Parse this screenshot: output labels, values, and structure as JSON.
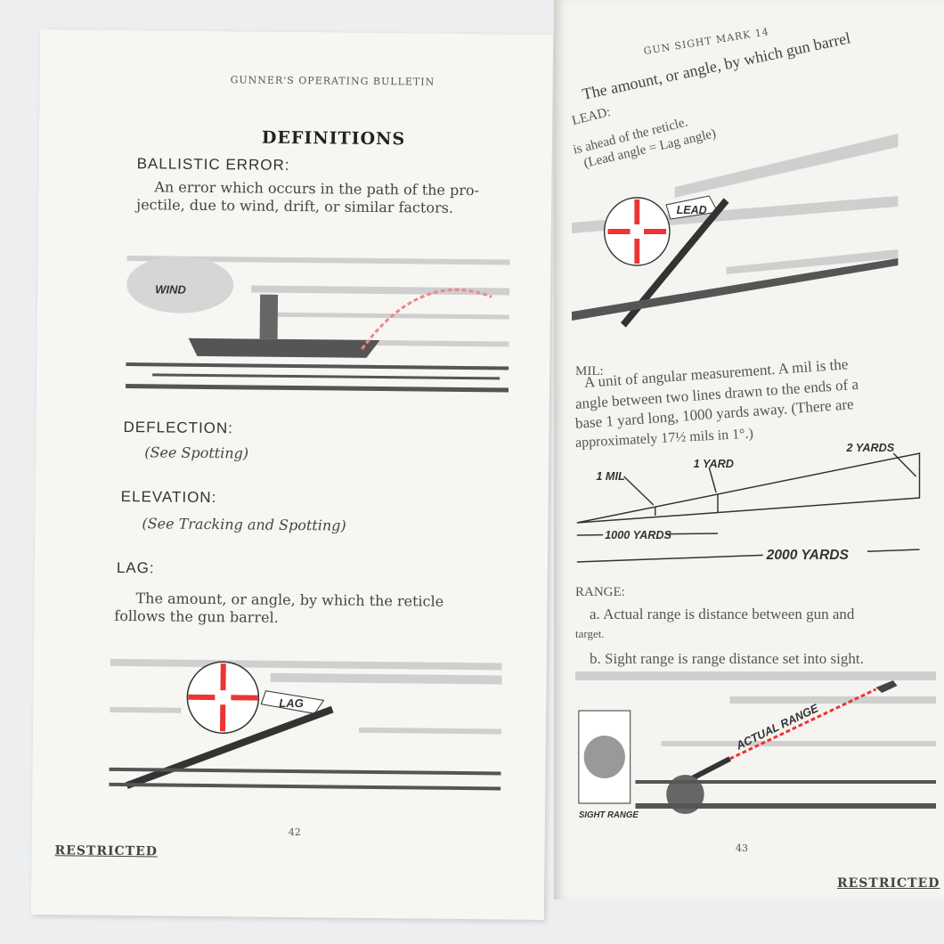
{
  "left_page": {
    "header": "GUNNER'S OPERATING BULLETIN",
    "title": "DEFINITIONS",
    "ballistic_error": {
      "term": "BALLISTIC ERROR:",
      "line1": "An error which occurs in the path of the pro-",
      "line2": "jectile, due to wind, drift, or similar factors.",
      "illustration_label": "WIND"
    },
    "deflection": {
      "term": "DEFLECTION:",
      "see": "(See Spotting)"
    },
    "elevation": {
      "term": "ELEVATION:",
      "see": "(See Tracking and Spotting)"
    },
    "lag": {
      "term": "LAG:",
      "line1": "The amount, or angle, by which the reticle",
      "line2": "follows the gun barrel.",
      "illustration_label": "LAG"
    },
    "page_number": "42",
    "footer": "RESTRICTED"
  },
  "right_page": {
    "header": "GUN SIGHT MARK 14",
    "lead": {
      "term": "LEAD:",
      "line1": "The amount, or angle, by which gun barrel",
      "line2": "is ahead of the reticle.",
      "line3": "(Lead angle = Lag angle)",
      "illustration_label": "LEAD"
    },
    "mil": {
      "term": "MIL:",
      "line1": "A unit of angular measurement. A mil is the",
      "line2": "angle between two lines drawn to the ends of a",
      "line3": "base 1 yard long, 1000 yards away. (There are",
      "line4": "approximately 17½ mils in 1°.)",
      "diagram": {
        "label_1mil": "1 MIL",
        "label_1yard": "1 YARD",
        "label_2yards": "2 YARDS",
        "label_1000": "1000 YARDS",
        "label_2000": "2000 YARDS"
      }
    },
    "range": {
      "term": "RANGE:",
      "a": "a. Actual range is distance between gun and",
      "a2": "target.",
      "b": "b. Sight range is range distance set into sight.",
      "label_actual": "ACTUAL RANGE",
      "label_sight": "SIGHT RANGE"
    },
    "page_number": "43",
    "footer": "RESTRICTED"
  }
}
